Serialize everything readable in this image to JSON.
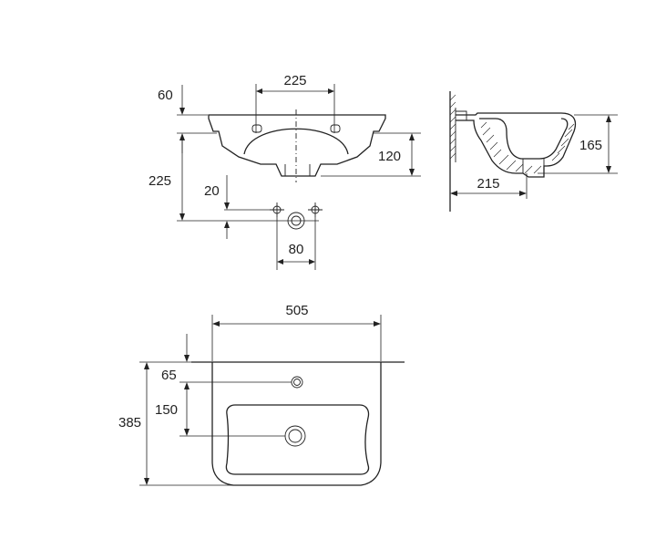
{
  "front_view": {
    "dims": {
      "tap_hole_spacing": "225",
      "top_offset": "60",
      "height_to_drain": "225",
      "bowl_depth": "120",
      "bolt_offset": "20",
      "bolt_spacing": "80"
    }
  },
  "side_view": {
    "dims": {
      "height": "165",
      "depth": "215"
    }
  },
  "top_view": {
    "dims": {
      "width": "505",
      "depth": "385",
      "tap_hole_offset": "65",
      "drain_offset": "150"
    }
  }
}
